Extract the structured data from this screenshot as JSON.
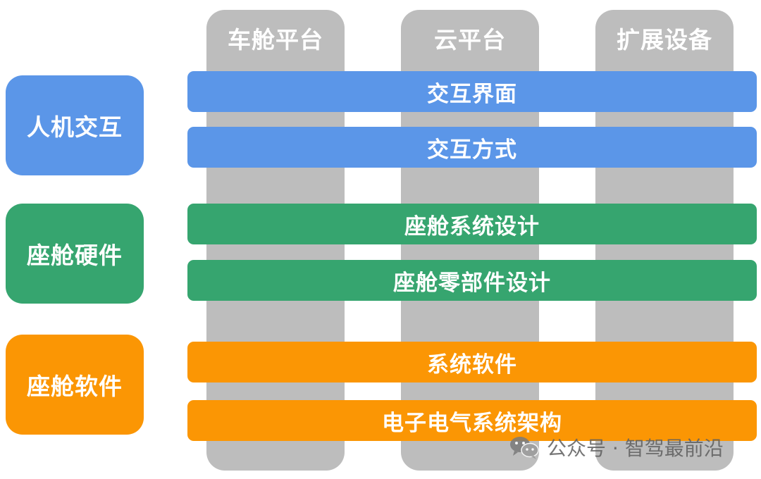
{
  "columns": [
    {
      "label": "车舱平台"
    },
    {
      "label": "云平台"
    },
    {
      "label": "扩展设备"
    }
  ],
  "categories": [
    {
      "label": "人机交互",
      "color": "#5b96e8"
    },
    {
      "label": "座舱硬件",
      "color": "#36a56f"
    },
    {
      "label": "座舱软件",
      "color": "#fb9604"
    }
  ],
  "bars": [
    {
      "label": "交互界面",
      "color": "#5b96e8"
    },
    {
      "label": "交互方式",
      "color": "#5b96e8"
    },
    {
      "label": "座舱系统设计",
      "color": "#36a56f"
    },
    {
      "label": "座舱零部件设计",
      "color": "#36a56f"
    },
    {
      "label": "系统软件",
      "color": "#fb9604"
    },
    {
      "label": "电子电气系统架构",
      "color": "#fb9604"
    }
  ],
  "watermark": {
    "icon": "wechat-icon",
    "text": "公众号 · 智驾最前沿"
  }
}
